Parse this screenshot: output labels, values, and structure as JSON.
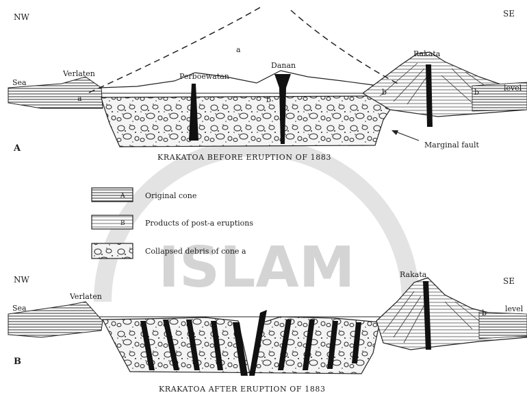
{
  "diagram_a": {
    "panel_letter": "A",
    "left_compass": "NW",
    "right_compass": "SE",
    "sea_label": "Sea",
    "level_label": "level",
    "verlaten_label": "Verlaten",
    "perboewatan_label": "Perboewatan",
    "danan_label": "Danan",
    "rakata_label": "Rakata",
    "cone_a_label": "a",
    "unit_a_label": "a",
    "unit_b_label_1": "b",
    "unit_b_label_2": "b",
    "unit_b_label_3": "b",
    "fault_label": "Marginal fault",
    "caption": "KRAKATOA BEFORE ERUPTION OF 1883"
  },
  "legend": {
    "items": [
      {
        "swatch_text": "A",
        "label": "Original cone"
      },
      {
        "swatch_text": "B",
        "label": "Products of post-a eruptions"
      },
      {
        "swatch_text": "",
        "label": "Collapsed debris of cone a"
      }
    ]
  },
  "diagram_b": {
    "panel_letter": "B",
    "left_compass": "NW",
    "right_compass": "SE",
    "sea_label": "Sea",
    "level_label": "level",
    "verlaten_label": "Verlaten",
    "rakata_label": "Rakata",
    "unit_b_label": "b",
    "caption": "KRAKATOA AFTER ERUPTION OF 1883"
  },
  "watermark": {
    "text": "ISLAM"
  }
}
